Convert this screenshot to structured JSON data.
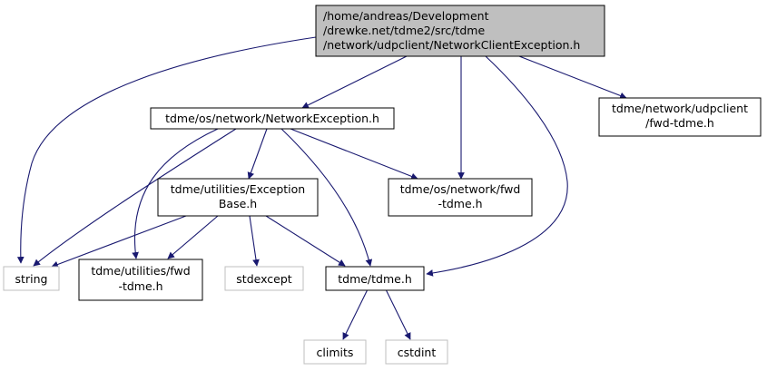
{
  "nodes": {
    "root": {
      "lines": [
        "/home/andreas/Development",
        "/drewke.net/tdme2/src/tdme",
        "/network/udpclient/NetworkClientException.h"
      ],
      "fill": "#bfbfbf",
      "border": "#000000"
    },
    "network_exception": {
      "lines": [
        "tdme/os/network/NetworkException.h"
      ],
      "fill": "#ffffff",
      "border": "#000000"
    },
    "udpclient_fwd": {
      "lines": [
        "tdme/network/udpclient",
        "/fwd-tdme.h"
      ],
      "fill": "#ffffff",
      "border": "#000000"
    },
    "exception_base": {
      "lines": [
        "tdme/utilities/Exception",
        "Base.h"
      ],
      "fill": "#ffffff",
      "border": "#000000"
    },
    "os_network_fwd": {
      "lines": [
        "tdme/os/network/fwd",
        "-tdme.h"
      ],
      "fill": "#ffffff",
      "border": "#000000"
    },
    "string": {
      "lines": [
        "string"
      ],
      "fill": "#ffffff",
      "border": "#bfbfbf"
    },
    "utilities_fwd": {
      "lines": [
        "tdme/utilities/fwd",
        "-tdme.h"
      ],
      "fill": "#ffffff",
      "border": "#000000"
    },
    "stdexcept": {
      "lines": [
        "stdexcept"
      ],
      "fill": "#ffffff",
      "border": "#bfbfbf"
    },
    "tdme_h": {
      "lines": [
        "tdme/tdme.h"
      ],
      "fill": "#ffffff",
      "border": "#000000"
    },
    "climits": {
      "lines": [
        "climits"
      ],
      "fill": "#ffffff",
      "border": "#bfbfbf"
    },
    "cstdint": {
      "lines": [
        "cstdint"
      ],
      "fill": "#ffffff",
      "border": "#bfbfbf"
    }
  },
  "colors": {
    "edge": "#191970",
    "system_text": "#404040"
  }
}
